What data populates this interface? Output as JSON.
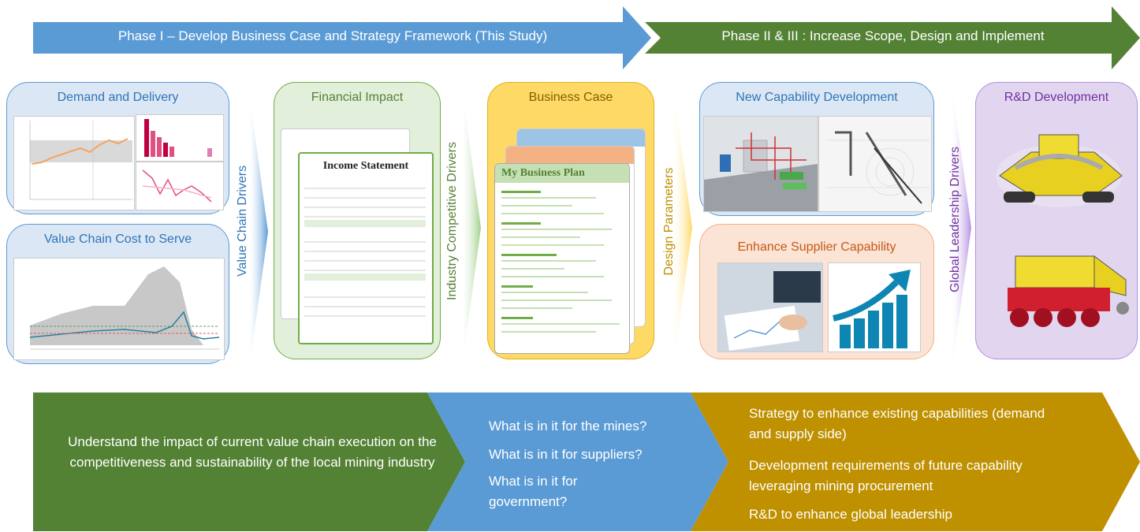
{
  "phases": {
    "phase1": "Phase I – Develop Business Case and Strategy Framework (This Study)",
    "phase2": "Phase II & III : Increase Scope, Design and Implement"
  },
  "panels": {
    "demand": "Demand and Delivery",
    "cost": "Value Chain Cost to Serve",
    "financial": "Financial Impact",
    "business_case": "Business Case",
    "new_capability": "New Capability Development",
    "supplier": "Enhance Supplier Capability",
    "rd": "R&D Development"
  },
  "drivers": {
    "value_chain": "Value Chain Drivers",
    "industry": "Industry Competitive Drivers",
    "design": "Design Parameters",
    "global": "Global Leadership Drivers"
  },
  "income_statement": {
    "title": "Income Statement"
  },
  "business_plan": {
    "title": "My Business Plan"
  },
  "bottom": {
    "green": "Understand the impact of current value chain execution on the competitiveness and sustainability of the local mining industry",
    "blue": [
      "What is in it for the mines?",
      "What is in it for suppliers?",
      "What is in it for government?"
    ],
    "gold": [
      "Strategy to enhance existing capabilities (demand and supply side)",
      "Development requirements of future capability leveraging mining procurement",
      "R&D to enhance global leadership"
    ]
  },
  "colors": {
    "blue_arrow": "#5b9bd5",
    "green_arrow": "#548235",
    "gold_arrow": "#bf9000",
    "panel_blue_bg": "#dbe7f5",
    "panel_green_bg": "#e2efda",
    "panel_gold_bg": "#ffd966",
    "panel_peach_bg": "#fbe3d6",
    "panel_purple_bg": "#e1d5f0"
  }
}
